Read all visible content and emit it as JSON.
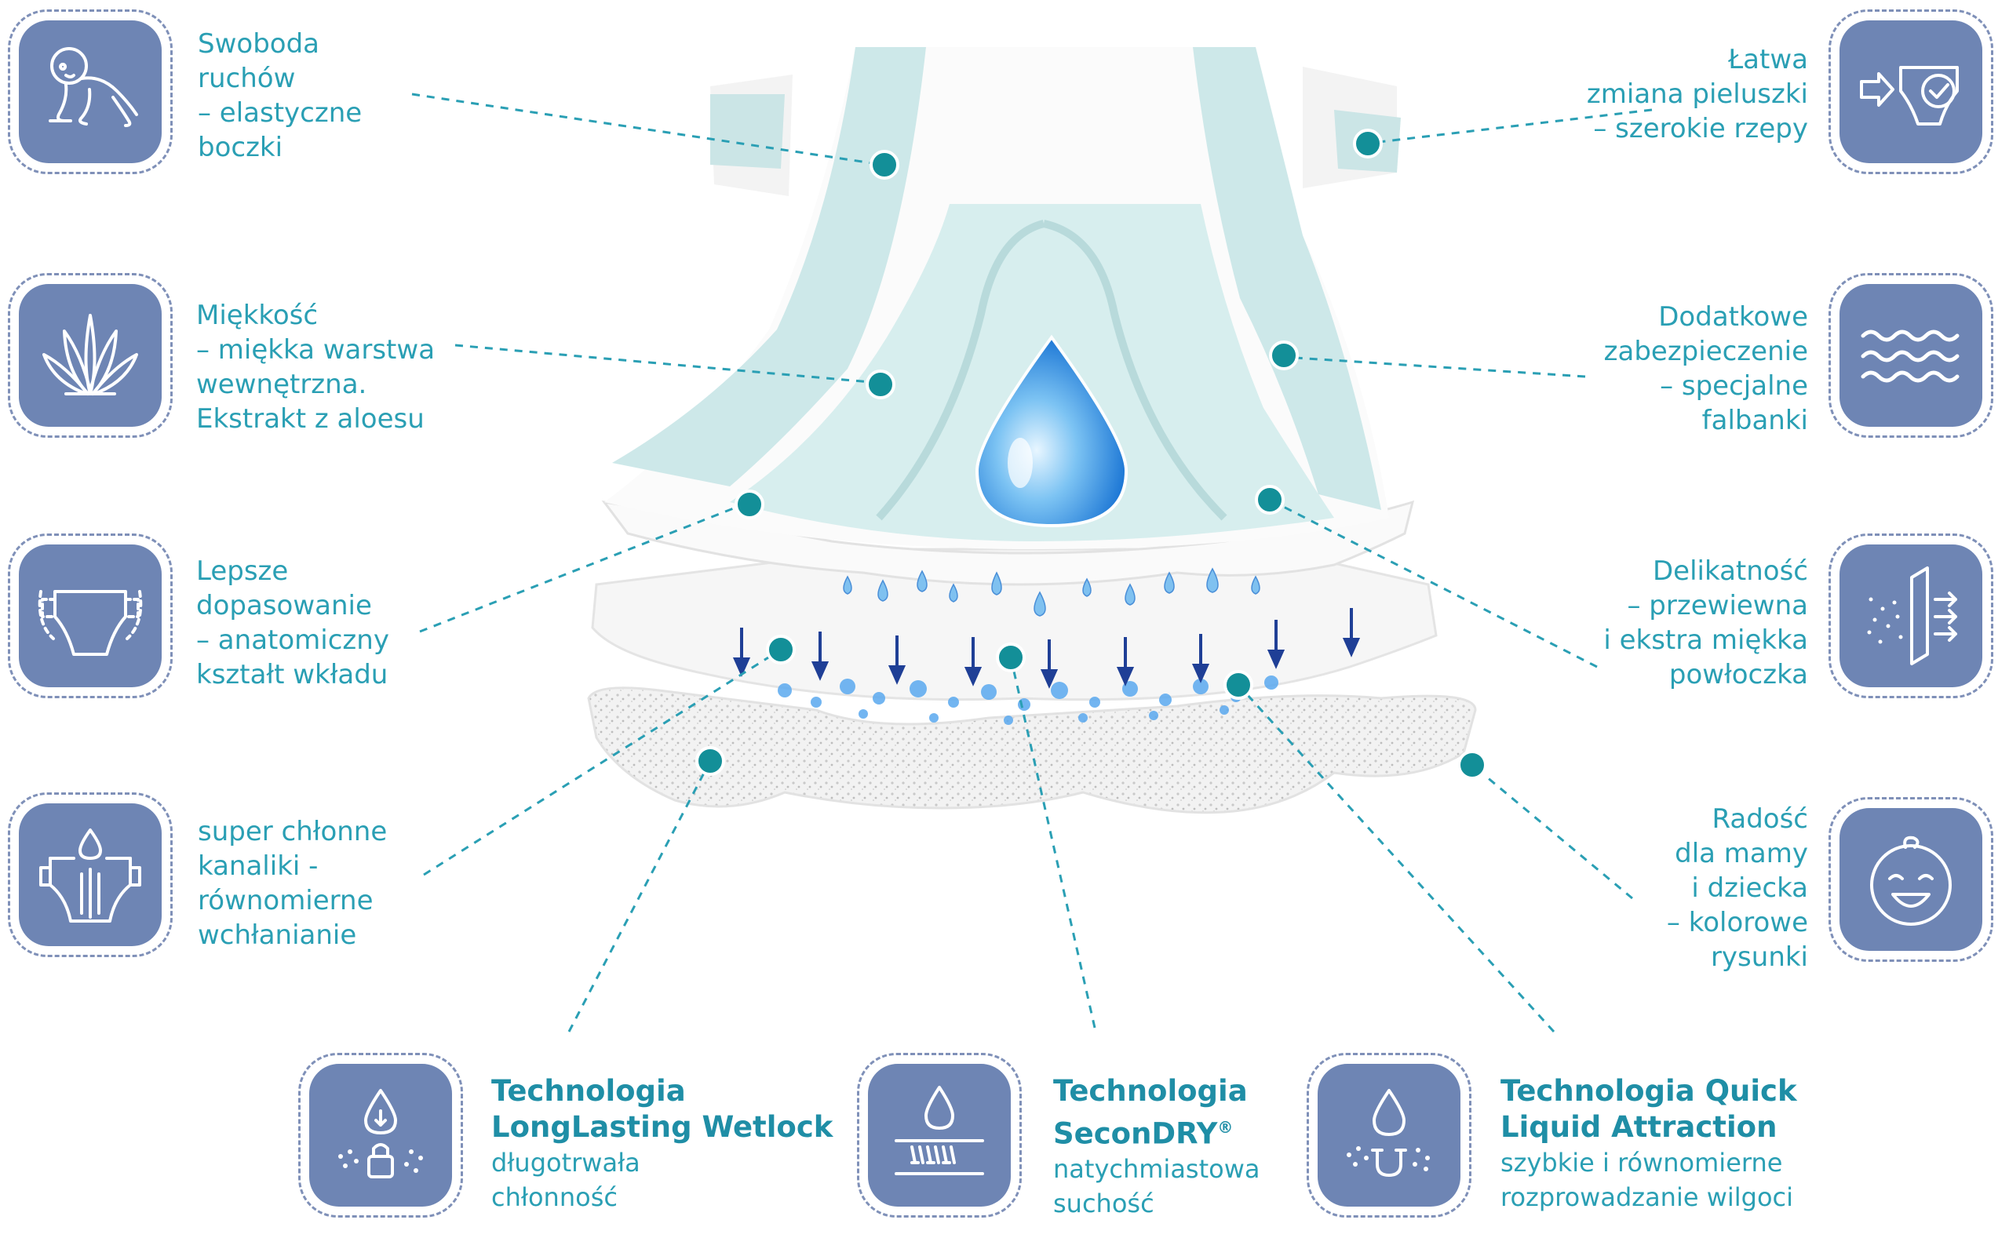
{
  "features_left": [
    {
      "icon": "baby-crawling-icon",
      "lines": [
        "Swoboda",
        "ruchów",
        "– elastyczne",
        "boczki"
      ]
    },
    {
      "icon": "aloe-plant-icon",
      "lines": [
        "Miękkość",
        "– miękka warstwa",
        "wewnętrzna.",
        "Ekstrakt z aloesu"
      ]
    },
    {
      "icon": "diaper-fit-icon",
      "lines": [
        "Lepsze",
        "dopasowanie",
        "– anatomiczny",
        "kształt wkładu"
      ]
    },
    {
      "icon": "diaper-channels-icon",
      "lines": [
        "super chłonne",
        "kanaliki -",
        "równomierne",
        "wchłanianie"
      ]
    }
  ],
  "features_right": [
    {
      "icon": "diaper-change-icon",
      "lines": [
        "Łatwa",
        "zmiana pieluszki",
        "– szerokie rzepy"
      ]
    },
    {
      "icon": "waves-icon",
      "lines": [
        "Dodatkowe",
        "zabezpieczenie",
        "– specjalne",
        "falbanki"
      ]
    },
    {
      "icon": "breathable-layer-icon",
      "lines": [
        "Delikatność",
        "– przewiewna",
        "i ekstra miękka",
        "powłoczka"
      ]
    },
    {
      "icon": "baby-face-icon",
      "lines": [
        "Radość",
        "dla mamy",
        "i dziecka",
        "– kolorowe",
        "rysunki"
      ]
    }
  ],
  "technologies": [
    {
      "icon": "wetlock-icon",
      "title_lines": [
        "Technologia",
        "LongLasting Wetlock"
      ],
      "title_sup": "",
      "desc_lines": [
        "długotrwała",
        "chłonność"
      ]
    },
    {
      "icon": "secondry-icon",
      "title_lines": [
        "Technologia",
        "SeconDRY"
      ],
      "title_sup": "®",
      "desc_lines": [
        "natychmiastowa",
        "suchość"
      ]
    },
    {
      "icon": "liquid-attraction-icon",
      "title_lines": [
        "Technologia Quick",
        "Liquid Attraction"
      ],
      "title_sup": "",
      "desc_lines": [
        "szybkie i równomierne",
        "rozprowadzanie wilgoci"
      ]
    }
  ],
  "colors": {
    "tile": "#6e85b4",
    "text": "#2a9fb4",
    "dot": "#138f98",
    "layer": "#cfe9ea"
  }
}
